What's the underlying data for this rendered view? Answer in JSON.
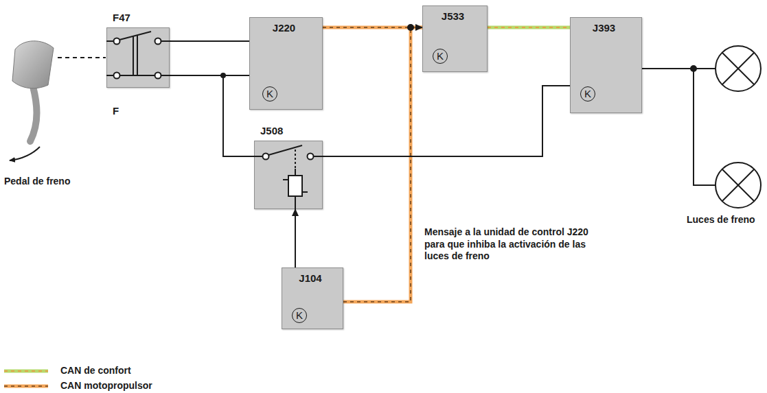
{
  "diagram": {
    "nodes": [
      {
        "text": [
          "F47",
          "F"
        ]
      },
      {
        "text": [
          "J220",
          "K"
        ]
      },
      {
        "text": [
          "J533",
          "K"
        ]
      },
      {
        "text": [
          "J393",
          "K"
        ]
      },
      {
        "text": [
          "J508"
        ]
      },
      {
        "text": [
          "J104",
          "K"
        ]
      }
    ],
    "edges": [
      {
        "from": 0,
        "to": 1,
        "arrow": "none"
      },
      {
        "from": 0,
        "to": 1,
        "arrow": "none"
      },
      {
        "from": 0,
        "to": 4,
        "arrow": "none"
      },
      {
        "from": 1,
        "to": 2,
        "arrow": "none"
      },
      {
        "from": 5,
        "to": 2,
        "arrow": "to"
      },
      {
        "from": 2,
        "to": 3,
        "arrow": "none"
      },
      {
        "from": 4,
        "to": 3,
        "arrow": "none"
      },
      {
        "from": 5,
        "to": 4,
        "arrow": "to"
      }
    ],
    "labels": [
      "Pedal de freno",
      "Luces de freno",
      "Mensaje a la unidad de control J220 para que inhiba la activación de las luces de freno"
    ],
    "legend": [
      {
        "text": "CAN de confort"
      },
      {
        "text": "CAN motopropulsor"
      }
    ]
  }
}
